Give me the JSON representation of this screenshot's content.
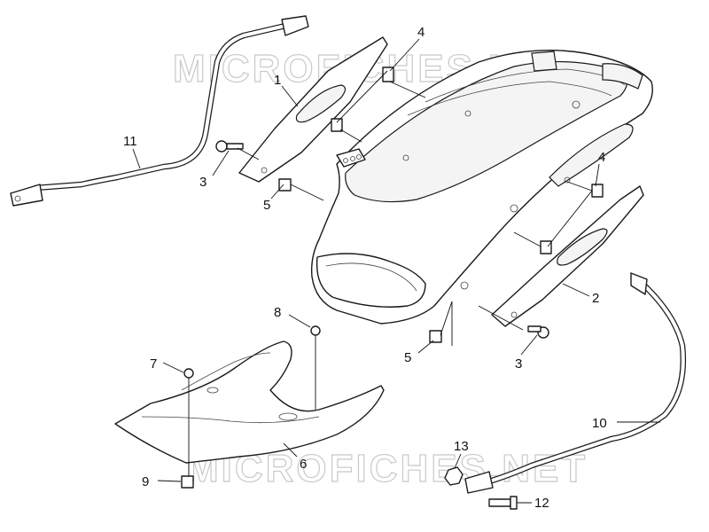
{
  "watermark": {
    "top_text": "MICROFICHES.NET",
    "bottom_text": "MICROFICHES.NET"
  },
  "callouts": [
    {
      "id": "1",
      "label": "1"
    },
    {
      "id": "2",
      "label": "2"
    },
    {
      "id": "3a",
      "label": "3"
    },
    {
      "id": "3b",
      "label": "3"
    },
    {
      "id": "4a",
      "label": "4"
    },
    {
      "id": "4b",
      "label": "4"
    },
    {
      "id": "5a",
      "label": "5"
    },
    {
      "id": "5b",
      "label": "5"
    },
    {
      "id": "6",
      "label": "6"
    },
    {
      "id": "7",
      "label": "7"
    },
    {
      "id": "8",
      "label": "8"
    },
    {
      "id": "9",
      "label": "9"
    },
    {
      "id": "10",
      "label": "10"
    },
    {
      "id": "11",
      "label": "11"
    },
    {
      "id": "12",
      "label": "12"
    },
    {
      "id": "13",
      "label": "13"
    }
  ]
}
